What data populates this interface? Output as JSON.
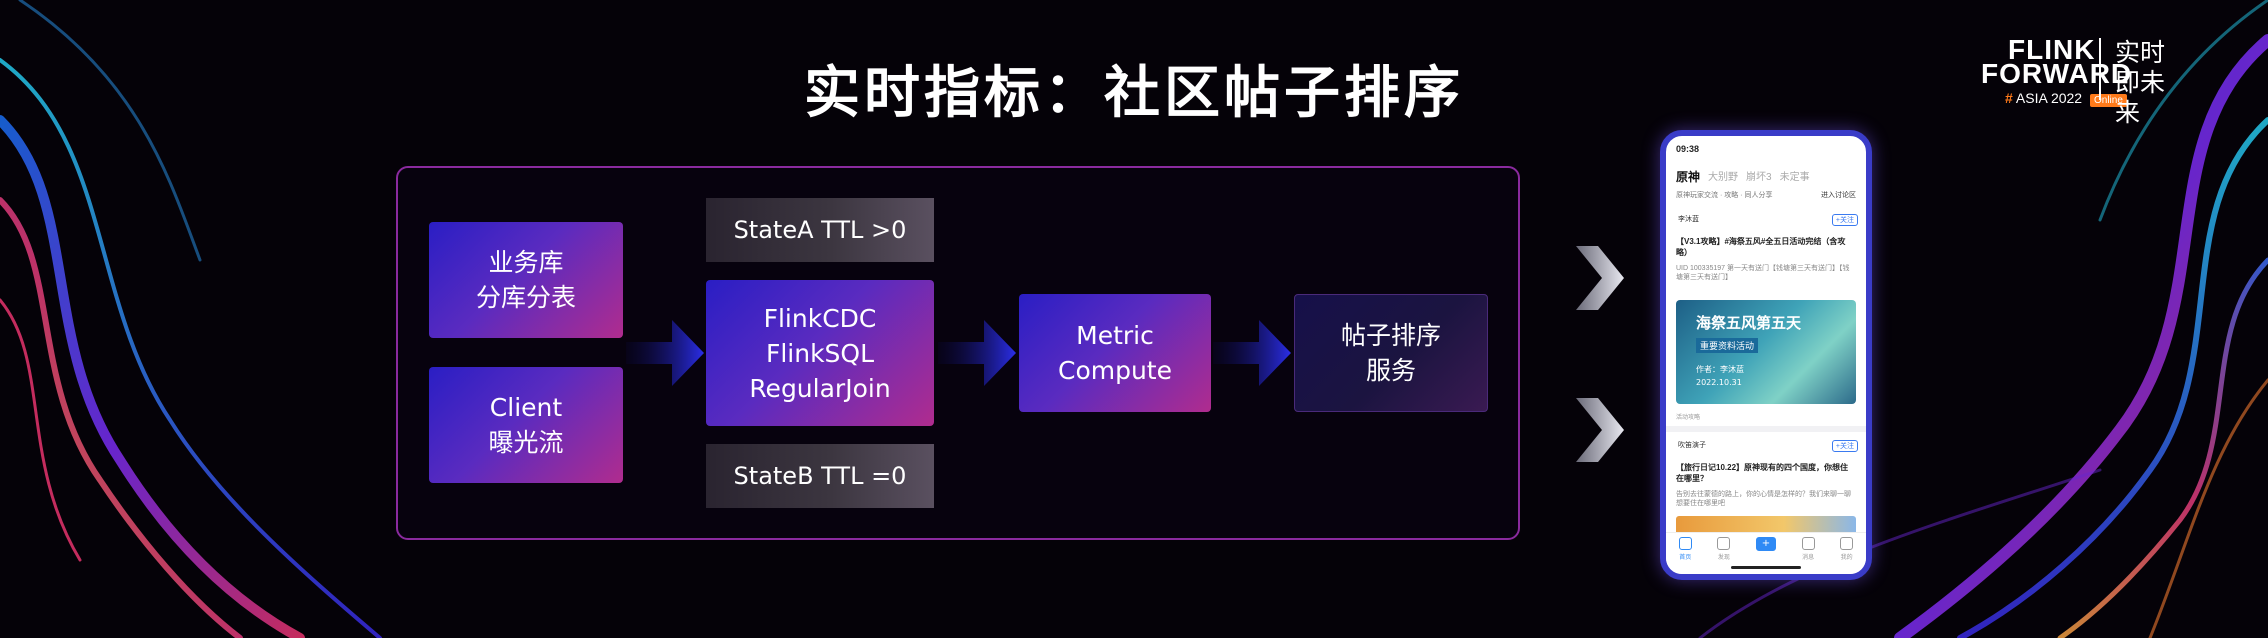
{
  "title": "实时指标：社区帖子排序",
  "logo": {
    "line1": "FLINK",
    "line2": "FORWARD",
    "hash": "#",
    "event": "ASIA 2022",
    "badge": "Online",
    "slogan": "实时即未来"
  },
  "diagram": {
    "sources": [
      {
        "label": "业务库\n分库分表"
      },
      {
        "label": "Client\n曝光流"
      }
    ],
    "state_a": "StateA TTL >0",
    "state_b": "StateB TTL =0",
    "join_node": "FlinkCDC\nFlinkSQL\nRegularJoin",
    "metric_node": "Metric\nCompute",
    "service_node": "帖子排序\n服务"
  },
  "phone": {
    "time": "09:38",
    "tabs": [
      "原神",
      "大别野",
      "崩坏3",
      "未定事"
    ],
    "bar_text": "原神玩家交流 · 攻略 · 同人分享",
    "bar_action": "进入讨论区",
    "post1": {
      "user": "李沐蓝",
      "follow": "+关注",
      "title": "【V3.1攻略】#海祭五风#全五日活动完结（含攻略）",
      "desc": "UID 100335197 第一天有送门【钱塘第三天有送门】【钱塘第三天有送门】",
      "image_title": "海祭五风第五天",
      "image_sub": "重要资料活动",
      "image_author": "作者：李沐蓝",
      "image_date": "2022.10.31",
      "meta": "活动攻略"
    },
    "post2": {
      "user": "吹笛演子",
      "follow": "+关注",
      "title": "【旅行日记10.22】原神现有的四个国度，你想住在哪里？",
      "desc": "告别去往蒙德的路上，你的心情是怎样的？我们来聊一聊想要住在哪里吧"
    },
    "nav": [
      "首页",
      "发现",
      "",
      "消息",
      "我的"
    ]
  }
}
